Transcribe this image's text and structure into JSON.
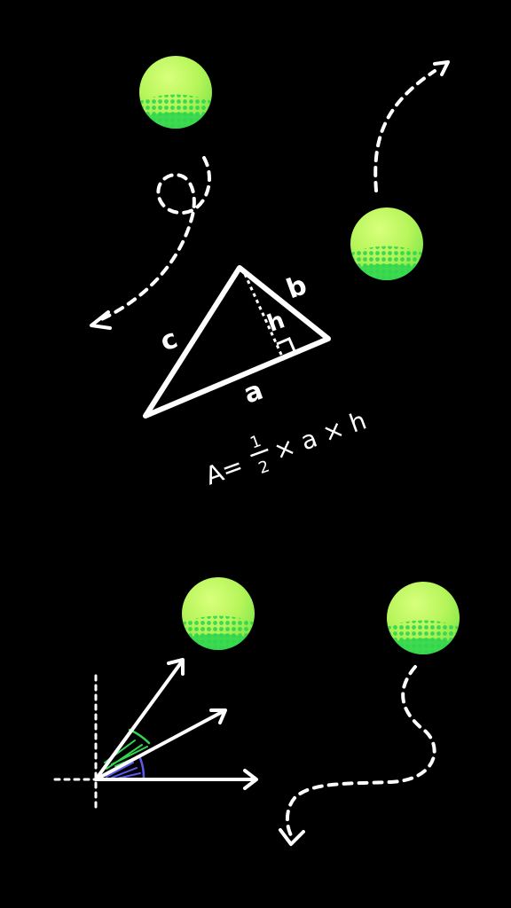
{
  "colors": {
    "background": "#000000",
    "ink": "#ffffff",
    "ball_light": "#c8f96a",
    "ball_mid": "#9ef24a",
    "ball_dark": "#2fd64f",
    "angle_green": "#2fd64f",
    "angle_blue": "#5b5bf0"
  },
  "icons": [
    "golf-ball-icon",
    "dashed-arrow-icon",
    "triangle-diagram-icon",
    "angle-vectors-icon"
  ],
  "triangle": {
    "label_a": "a",
    "label_b": "b",
    "label_c": "c",
    "label_h": "h",
    "formula_lhs": "A=",
    "formula_num": "1",
    "formula_den": "2",
    "formula_rhs": "× a × h"
  }
}
